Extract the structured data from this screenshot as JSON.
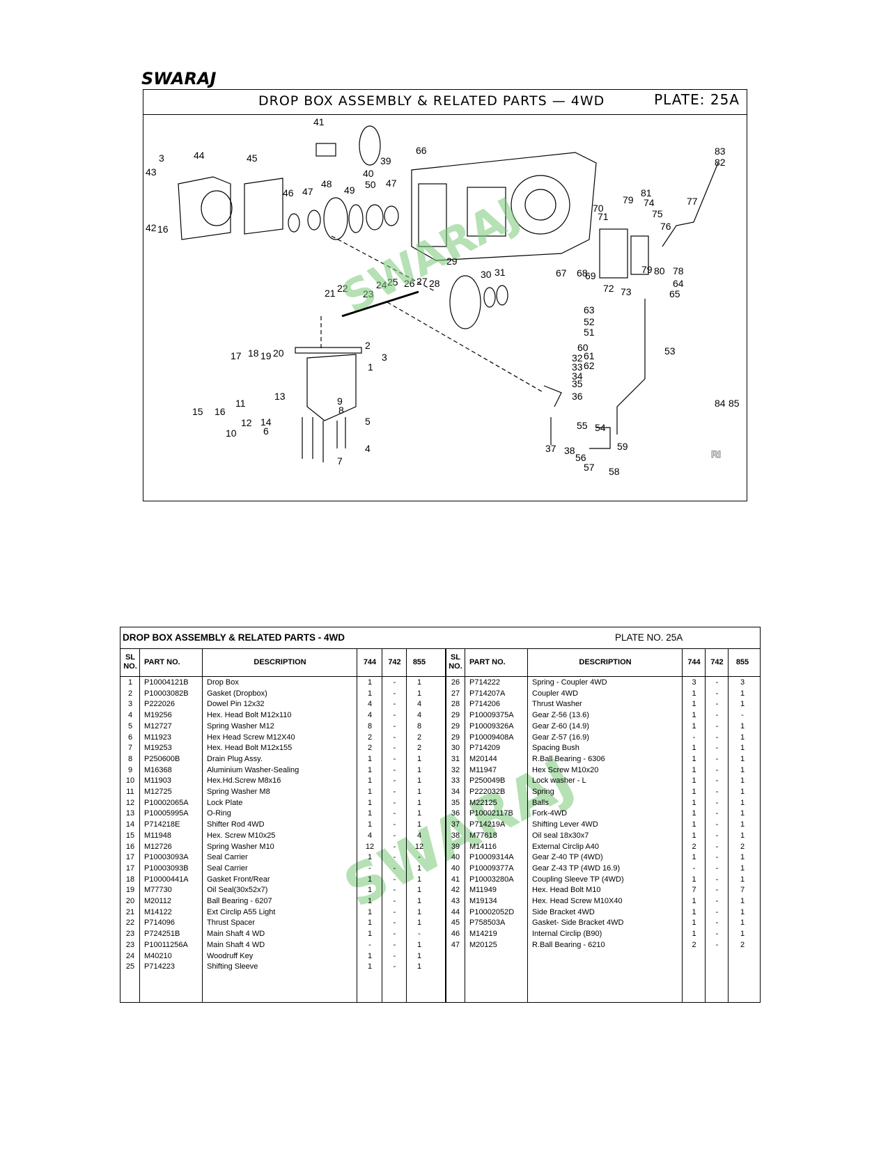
{
  "brand": "SWARAJ",
  "plate_title": "DROP BOX ASSEMBLY & RELATED PARTS — 4WD",
  "plate_label": "PLATE: 25A",
  "watermark": "SWARAJ",
  "diagram_stamp": "RI",
  "table_title": "DROP BOX ASSEMBLY & RELATED PARTS - 4WD",
  "table_plate": "PLATE NO. 25A",
  "headers": {
    "sl": "SL NO.",
    "part": "PART NO.",
    "desc": "DESCRIPTION",
    "m744": "744",
    "m742": "742",
    "m855": "855"
  },
  "left_rows": [
    {
      "sl": "1",
      "part": "P10004121B",
      "desc": "Drop Box",
      "q744": "1",
      "q742": "-",
      "q855": "1"
    },
    {
      "sl": "2",
      "part": "P10003082B",
      "desc": "Gasket (Dropbox)",
      "q744": "1",
      "q742": "-",
      "q855": "1"
    },
    {
      "sl": "3",
      "part": "P222026",
      "desc": "Dowel Pin 12x32",
      "q744": "4",
      "q742": "-",
      "q855": "4"
    },
    {
      "sl": "4",
      "part": "M19256",
      "desc": "Hex. Head Bolt M12x110",
      "q744": "4",
      "q742": "-",
      "q855": "4"
    },
    {
      "sl": "5",
      "part": "M12727",
      "desc": "Spring Washer M12",
      "q744": "8",
      "q742": "-",
      "q855": "8"
    },
    {
      "sl": "6",
      "part": "M11923",
      "desc": "Hex Head Screw M12X40",
      "q744": "2",
      "q742": "-",
      "q855": "2"
    },
    {
      "sl": "7",
      "part": "M19253",
      "desc": "Hex. Head Bolt M12x155",
      "q744": "2",
      "q742": "-",
      "q855": "2"
    },
    {
      "sl": "8",
      "part": "P250600B",
      "desc": "Drain Plug Assy.",
      "q744": "1",
      "q742": "-",
      "q855": "1"
    },
    {
      "sl": "9",
      "part": "M16368",
      "desc": "Aluminium Washer-Sealing",
      "q744": "1",
      "q742": "-",
      "q855": "1"
    },
    {
      "sl": "10",
      "part": "M11903",
      "desc": "Hex.Hd.Screw M8x16",
      "q744": "1",
      "q742": "-",
      "q855": "1"
    },
    {
      "sl": "11",
      "part": "M12725",
      "desc": "Spring Washer M8",
      "q744": "1",
      "q742": "-",
      "q855": "1"
    },
    {
      "sl": "12",
      "part": "P10002065A",
      "desc": "Lock Plate",
      "q744": "1",
      "q742": "-",
      "q855": "1"
    },
    {
      "sl": "13",
      "part": "P10005995A",
      "desc": "O-Ring",
      "q744": "1",
      "q742": "-",
      "q855": "1"
    },
    {
      "sl": "14",
      "part": "P714218E",
      "desc": "Shifter Rod 4WD",
      "q744": "1",
      "q742": "-",
      "q855": "1"
    },
    {
      "sl": "15",
      "part": "M11948",
      "desc": "Hex. Screw M10x25",
      "q744": "4",
      "q742": "-",
      "q855": "4"
    },
    {
      "sl": "16",
      "part": "M12726",
      "desc": "Spring Washer M10",
      "q744": "12",
      "q742": "-",
      "q855": "12"
    },
    {
      "sl": "17",
      "part": "P10003093A",
      "desc": "Seal Carrier",
      "q744": "1",
      "q742": "-",
      "q855": "-"
    },
    {
      "sl": "17",
      "part": "P10003093B",
      "desc": "Seal Carrier",
      "q744": "-",
      "q742": "-",
      "q855": "1"
    },
    {
      "sl": "18",
      "part": "P10000441A",
      "desc": "Gasket Front/Rear",
      "q744": "1",
      "q742": "-",
      "q855": "1"
    },
    {
      "sl": "19",
      "part": "M77730",
      "desc": "Oil Seal(30x52x7)",
      "q744": "1",
      "q742": "-",
      "q855": "1"
    },
    {
      "sl": "20",
      "part": "M20112",
      "desc": "Ball Bearing - 6207",
      "q744": "1",
      "q742": "-",
      "q855": "1"
    },
    {
      "sl": "21",
      "part": "M14122",
      "desc": "Ext Circlip A55 Light",
      "q744": "1",
      "q742": "-",
      "q855": "1"
    },
    {
      "sl": "22",
      "part": "P714096",
      "desc": "Thrust Spacer",
      "q744": "1",
      "q742": "-",
      "q855": "1"
    },
    {
      "sl": "23",
      "part": "P724251B",
      "desc": "Main Shaft 4 WD",
      "q744": "1",
      "q742": "-",
      "q855": "-"
    },
    {
      "sl": "23",
      "part": "P10011256A",
      "desc": "Main Shaft 4 WD",
      "q744": "-",
      "q742": "-",
      "q855": "1"
    },
    {
      "sl": "24",
      "part": "M40210",
      "desc": "Woodruff Key",
      "q744": "1",
      "q742": "-",
      "q855": "1"
    },
    {
      "sl": "25",
      "part": "P714223",
      "desc": "Shifting Sleeve",
      "q744": "1",
      "q742": "-",
      "q855": "1"
    }
  ],
  "right_rows": [
    {
      "sl": "26",
      "part": "P714222",
      "desc": "Spring - Coupler 4WD",
      "q744": "3",
      "q742": "-",
      "q855": "3"
    },
    {
      "sl": "27",
      "part": "P714207A",
      "desc": "Coupler 4WD",
      "q744": "1",
      "q742": "-",
      "q855": "1"
    },
    {
      "sl": "28",
      "part": "P714206",
      "desc": "Thrust Washer",
      "q744": "1",
      "q742": "-",
      "q855": "1"
    },
    {
      "sl": "29",
      "part": "P10009375A",
      "desc": "Gear Z-56 (13.6)",
      "q744": "1",
      "q742": "-",
      "q855": "-"
    },
    {
      "sl": "29",
      "part": "P10009326A",
      "desc": "Gear Z-60 (14.9)",
      "q744": "1",
      "q742": "-",
      "q855": "1"
    },
    {
      "sl": "29",
      "part": "P10009408A",
      "desc": "Gear Z-57 (16.9)",
      "q744": "-",
      "q742": "-",
      "q855": "1"
    },
    {
      "sl": "30",
      "part": "P714209",
      "desc": "Spacing Bush",
      "q744": "1",
      "q742": "-",
      "q855": "1"
    },
    {
      "sl": "31",
      "part": "M20144",
      "desc": "R.Ball Bearing - 6306",
      "q744": "1",
      "q742": "-",
      "q855": "1"
    },
    {
      "sl": "32",
      "part": "M11947",
      "desc": "Hex Screw M10x20",
      "q744": "1",
      "q742": "-",
      "q855": "1"
    },
    {
      "sl": "33",
      "part": "P250049B",
      "desc": "Lock washer - L",
      "q744": "1",
      "q742": "-",
      "q855": "1"
    },
    {
      "sl": "34",
      "part": "P222032B",
      "desc": "Spring",
      "q744": "1",
      "q742": "-",
      "q855": "1"
    },
    {
      "sl": "35",
      "part": "M22125",
      "desc": "Balls",
      "q744": "1",
      "q742": "-",
      "q855": "1"
    },
    {
      "sl": "36",
      "part": "P10002117B",
      "desc": "Fork-4WD",
      "q744": "1",
      "q742": "-",
      "q855": "1"
    },
    {
      "sl": "37",
      "part": "P714219A",
      "desc": "Shifting Lever 4WD",
      "q744": "1",
      "q742": "-",
      "q855": "1"
    },
    {
      "sl": "38",
      "part": "M77618",
      "desc": "Oil seal 18x30x7",
      "q744": "1",
      "q742": "-",
      "q855": "1"
    },
    {
      "sl": "39",
      "part": "M14116",
      "desc": "External Circlip A40",
      "q744": "2",
      "q742": "-",
      "q855": "2"
    },
    {
      "sl": "40",
      "part": "P10009314A",
      "desc": "Gear Z-40 TP (4WD)",
      "q744": "1",
      "q742": "-",
      "q855": "1"
    },
    {
      "sl": "40",
      "part": "P10009377A",
      "desc": "Gear Z-43 TP (4WD 16.9)",
      "q744": "-",
      "q742": "-",
      "q855": "1"
    },
    {
      "sl": "41",
      "part": "P10003280A",
      "desc": "Coupling Sleeve TP (4WD)",
      "q744": "1",
      "q742": "-",
      "q855": "1"
    },
    {
      "sl": "42",
      "part": "M11949",
      "desc": "Hex. Head Bolt M10",
      "q744": "7",
      "q742": "-",
      "q855": "7"
    },
    {
      "sl": "43",
      "part": "M19134",
      "desc": "Hex. Head Screw M10X40",
      "q744": "1",
      "q742": "-",
      "q855": "1"
    },
    {
      "sl": "44",
      "part": "P10002052D",
      "desc": "Side Bracket 4WD",
      "q744": "1",
      "q742": "-",
      "q855": "1"
    },
    {
      "sl": "45",
      "part": "P758503A",
      "desc": "Gasket- Side Bracket 4WD",
      "q744": "1",
      "q742": "-",
      "q855": "1"
    },
    {
      "sl": "46",
      "part": "M14219",
      "desc": "Internal Circlip (B90)",
      "q744": "1",
      "q742": "-",
      "q855": "1"
    },
    {
      "sl": "47",
      "part": "M20125",
      "desc": "R.Ball Bearing - 6210",
      "q744": "2",
      "q742": "-",
      "q855": "2"
    }
  ],
  "callouts": [
    "1",
    "2",
    "3",
    "4",
    "5",
    "6",
    "7",
    "8",
    "9",
    "10",
    "11",
    "12",
    "13",
    "14",
    "15",
    "16",
    "17",
    "18",
    "19",
    "20",
    "21",
    "22",
    "23",
    "24",
    "25",
    "26",
    "27",
    "28",
    "29",
    "30",
    "31",
    "32",
    "33",
    "34",
    "35",
    "36",
    "37",
    "38",
    "39",
    "40",
    "41",
    "42",
    "43",
    "44",
    "45",
    "46",
    "47",
    "48",
    "49",
    "50",
    "51",
    "52",
    "53",
    "54",
    "55",
    "56",
    "57",
    "58",
    "59",
    "60",
    "61",
    "62",
    "63",
    "64",
    "65",
    "66",
    "67",
    "68",
    "69",
    "70",
    "71",
    "72",
    "73",
    "74",
    "75",
    "76",
    "77",
    "78",
    "79",
    "80",
    "81",
    "82",
    "83",
    "84",
    "85"
  ]
}
